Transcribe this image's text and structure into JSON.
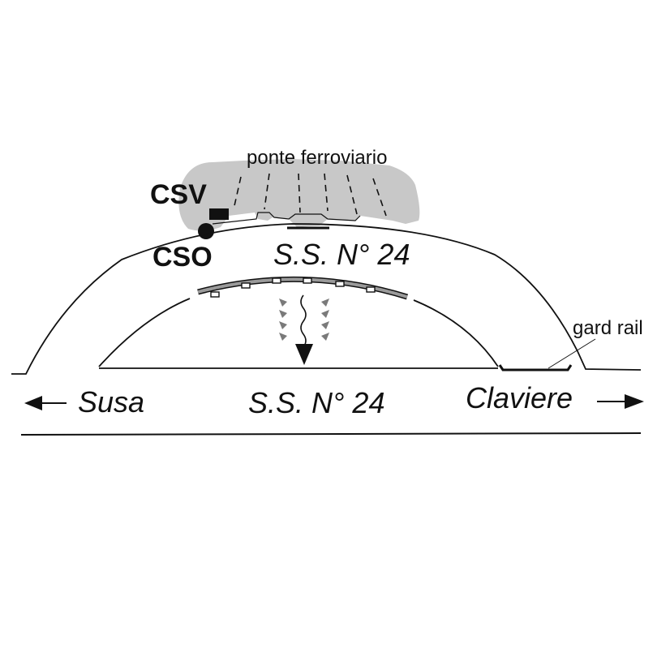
{
  "labels": {
    "bridge": "ponte ferroviario",
    "csv": "CSV",
    "cso": "CSO",
    "road_upper": "S.S. N° 24",
    "road_lower": "S.S. N° 24",
    "guard_rail": "gard rail",
    "left_destination": "Susa",
    "right_destination": "Claviere"
  },
  "colors": {
    "ink": "#111111",
    "bridge_fill": "#c8c8c8",
    "lining": "#9a9a9a",
    "seepage": "#7a7a7a"
  }
}
